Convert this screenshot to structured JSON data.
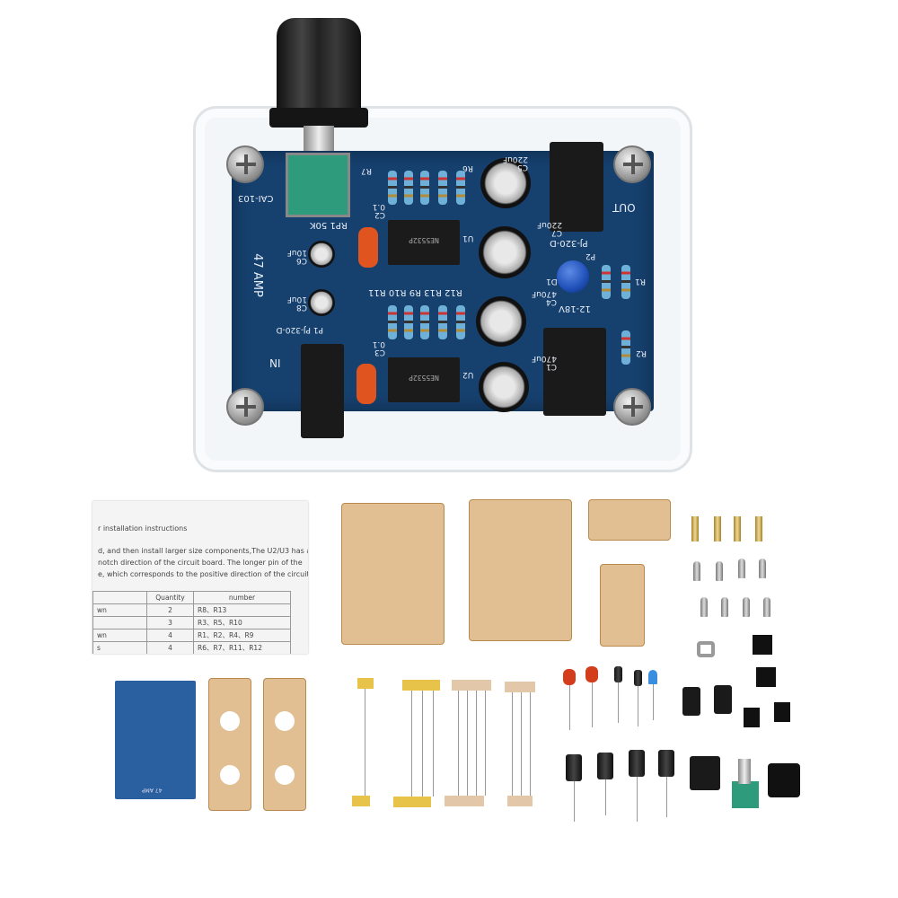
{
  "pcb": {
    "labels": [
      "R7",
      "R6",
      "C5 220uF",
      "OUT",
      "C7 220uF",
      "PJ-320-D",
      "P2",
      "C2 0.1",
      "RP1 50K",
      "CAI-103",
      "47 AMP",
      "C6 10uF",
      "C8 10uF",
      "R12 R13 R9 R10 R11",
      "C4 470uF",
      "D1",
      "R1",
      "12-18V",
      "P1 PJ-320-D",
      "IN",
      "C3 0.1",
      "U1",
      "U2",
      "C1 470uF",
      "R2"
    ],
    "chip_text": "NE5532P",
    "pcb_color": "#16406e",
    "knob_color": "#1a1a1a",
    "pot_color": "#2e9b7c",
    "led_color": "#1f4fb8"
  },
  "sheet": {
    "title": "r installation instructions",
    "lines": [
      "d, and then install larger size components,The U2/U3 has a",
      "notch direction of the circuit board. The longer pin of the",
      "e, which corresponds to the positive direction of the circuit"
    ],
    "table": {
      "headers": [
        "",
        "Quantity",
        "number"
      ],
      "rows": [
        [
          "wn",
          "2",
          "R8、R13"
        ],
        [
          "",
          "3",
          "R3、R5、R10"
        ],
        [
          "wn",
          "4",
          "R1、R2、R4、R9"
        ],
        [
          "s",
          "4",
          "R6、R7、R11、R12"
        ]
      ]
    }
  },
  "small_pcb_label": "47 AMP"
}
